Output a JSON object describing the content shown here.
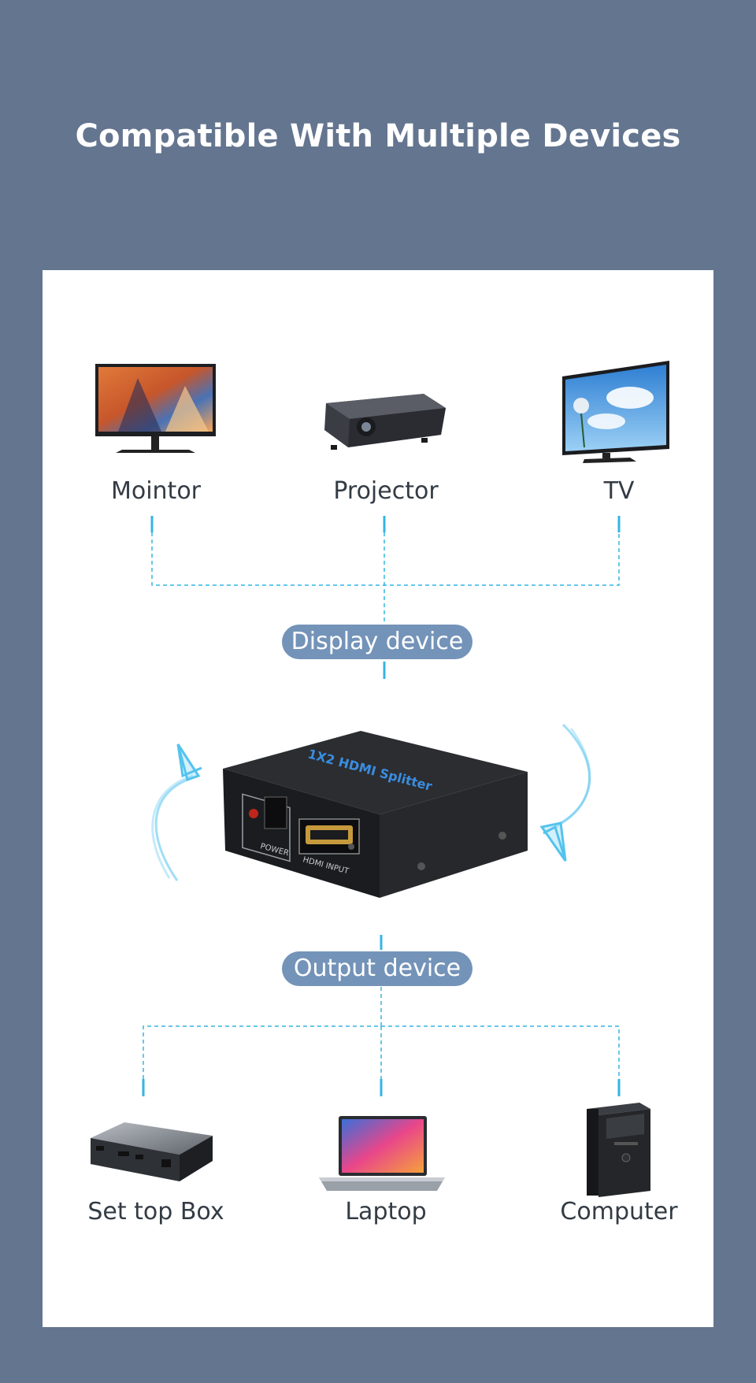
{
  "page": {
    "title": "Compatible With Multiple Devices"
  },
  "display": {
    "pill": "Display device",
    "devices": [
      "Mointor",
      "Projector",
      "TV"
    ]
  },
  "splitter": {
    "brand_text": "1X2 HDMI Splitter",
    "port_power": "POWER",
    "port_input": "HDMI INPUT"
  },
  "output": {
    "pill": "Output device",
    "devices": [
      "Set top Box",
      "Laptop",
      "Computer"
    ]
  },
  "colors": {
    "background": "#64758f",
    "card": "#ffffff",
    "pill": "#7493b9",
    "connector": "#34b5e2",
    "arrow": "#54c3ee"
  },
  "icons": [
    "monitor-icon",
    "projector-icon",
    "tv-icon",
    "hdmi-splitter-icon",
    "set-top-box-icon",
    "laptop-icon",
    "computer-tower-icon",
    "curved-arrow-icon"
  ]
}
